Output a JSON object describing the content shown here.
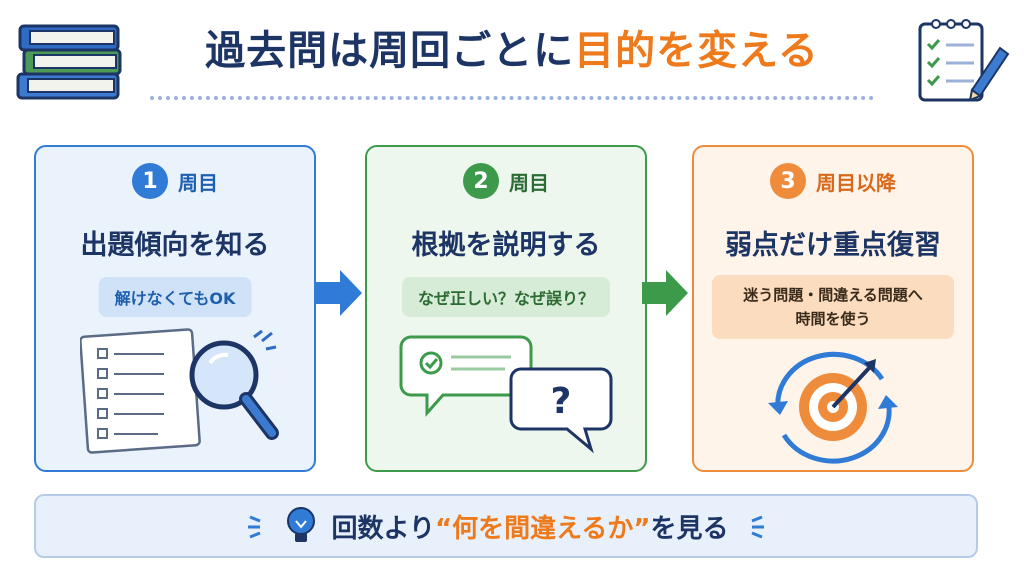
{
  "title": {
    "part1": "過去問は周回ごとに",
    "part2": "目的を変える"
  },
  "steps": [
    {
      "number": "1",
      "label": "周目",
      "heading": "出題傾向を知る",
      "note": "解けなくてもOK"
    },
    {
      "number": "2",
      "label": "周目",
      "heading": "根拠を説明する",
      "note": "なぜ正しい？なぜ誤り？"
    },
    {
      "number": "3",
      "label": "周目以降",
      "heading": "弱点だけ重点復習",
      "note_line1": "迷う問題・間違える問題へ",
      "note_line2": "時間を使う"
    }
  ],
  "bottom": {
    "pre": "回数より",
    "highlight": "“何を間違えるか”",
    "post": "を見る"
  },
  "bubble_symbol": "?",
  "colors": {
    "blue": "#2f7bd6",
    "green": "#3c9a4a",
    "orange": "#ef8c3c",
    "navy": "#1d3565",
    "accent": "#ee7a1c"
  },
  "icons": [
    "books-icon",
    "checklist-pad-icon",
    "pencil-icon",
    "magnifier-icon",
    "document-checklist-icon",
    "chat-check-icon",
    "question-bubble-icon",
    "target-icon",
    "cycle-arrows-icon",
    "lightbulb-icon",
    "arrow-right-icon"
  ]
}
